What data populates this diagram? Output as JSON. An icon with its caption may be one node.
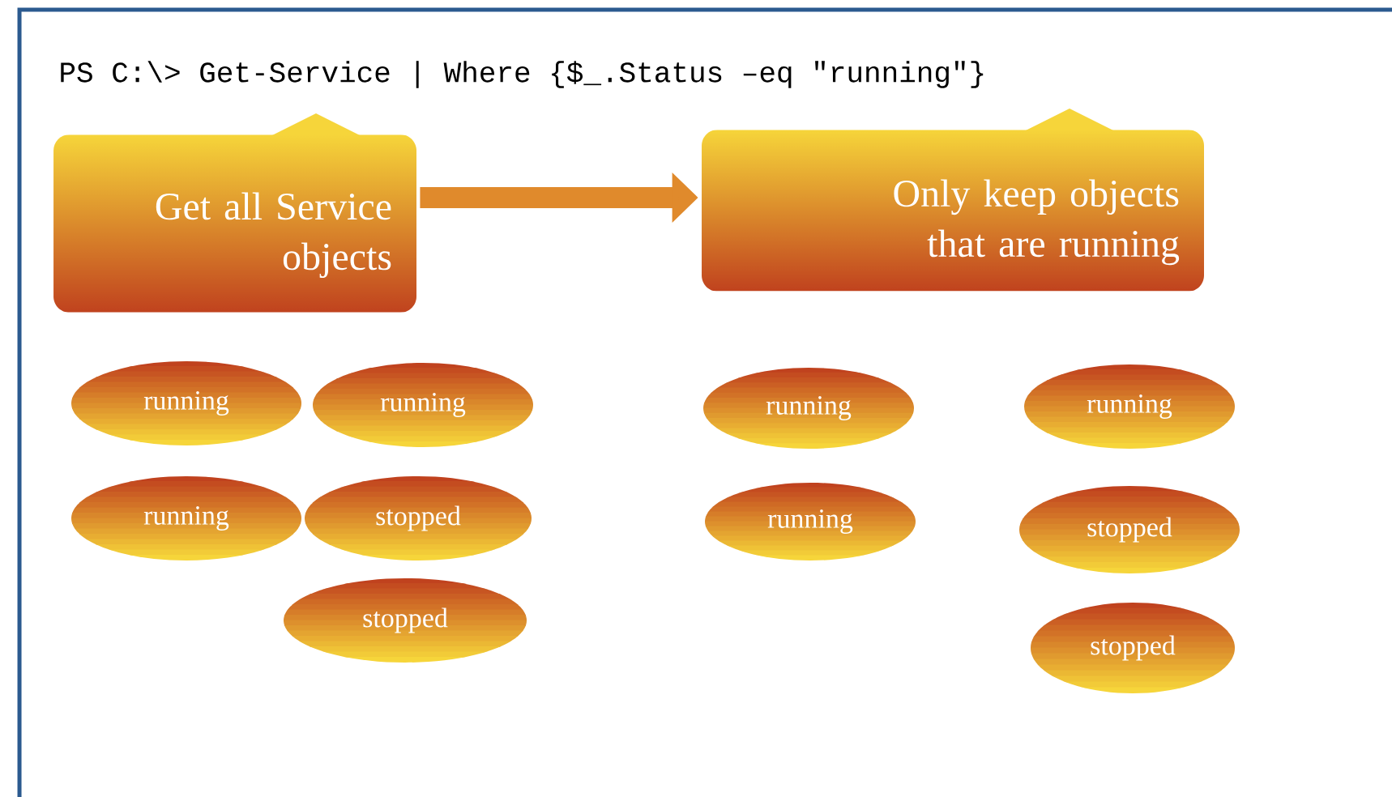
{
  "diagram": {
    "nodes": [
      {
        "text": [
          "Get all Service objects"
        ]
      },
      {
        "text": [
          "Only keep objects that are running"
        ]
      },
      {
        "text": [
          "running"
        ]
      },
      {
        "text": [
          "running"
        ]
      },
      {
        "text": [
          "running"
        ]
      },
      {
        "text": [
          "stopped"
        ]
      },
      {
        "text": [
          "stopped"
        ]
      },
      {
        "text": [
          "running"
        ]
      },
      {
        "text": [
          "running"
        ]
      },
      {
        "text": [
          "running"
        ]
      },
      {
        "text": [
          "stopped"
        ]
      },
      {
        "text": [
          "stopped"
        ]
      }
    ],
    "edges": [
      {
        "from": 0,
        "to": 1,
        "arrow": "to"
      }
    ],
    "labels": [
      "PS C:\\> Get-Service | Where {$_.Status –eq \"running\"}"
    ]
  }
}
